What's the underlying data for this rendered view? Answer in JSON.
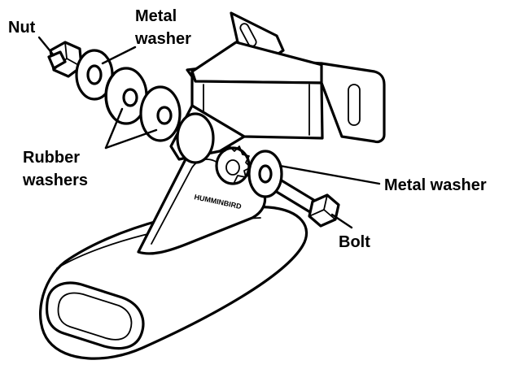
{
  "labels": {
    "nut": "Nut",
    "metal_washer_top_line1": "Metal",
    "metal_washer_top_line2": "washer",
    "rubber_washers_line1": "Rubber",
    "rubber_washers_line2": "washers",
    "metal_washer_right": "Metal washer",
    "bolt": "Bolt"
  },
  "brand_marking": "HUMMINBIRD",
  "colors": {
    "ink": "#000000",
    "paper": "#ffffff"
  }
}
